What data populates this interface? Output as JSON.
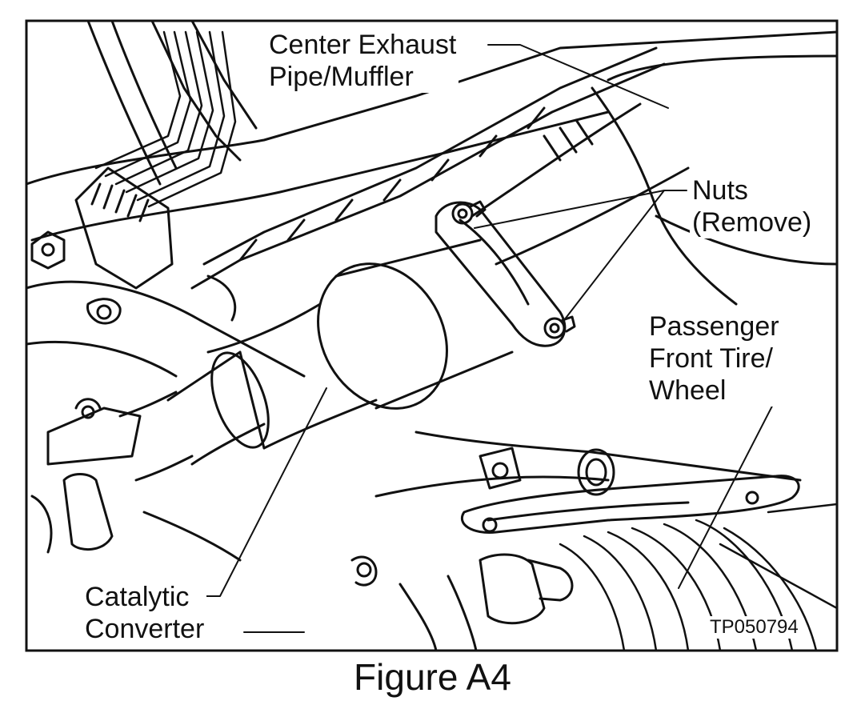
{
  "labels": {
    "center_exhaust_line1": "Center Exhaust",
    "center_exhaust_line2": "Pipe/Muffler",
    "nuts_line1": "Nuts",
    "nuts_line2": "(Remove)",
    "passenger_line1": "Passenger",
    "passenger_line2": "Front Tire/",
    "passenger_line3": "Wheel",
    "catalytic_line1": "Catalytic",
    "catalytic_line2": "Converter"
  },
  "drawing_code": "TP050794",
  "figure_caption": "Figure A4"
}
